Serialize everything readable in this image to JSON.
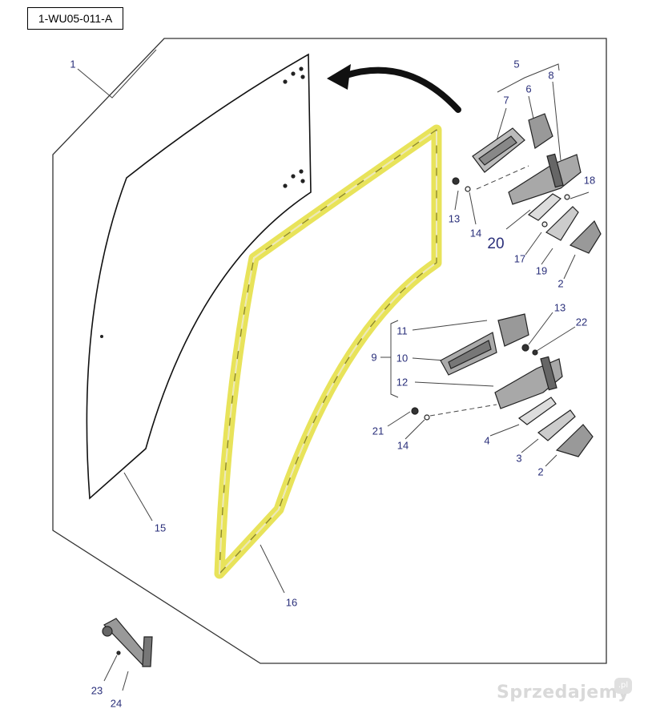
{
  "diagram": {
    "code": "1-WU05-011-A",
    "callouts": {
      "c1": "1",
      "c2a": "2",
      "c2b": "2",
      "c3": "3",
      "c4": "4",
      "c5": "5",
      "c6": "6",
      "c7": "7",
      "c8": "8",
      "c9": "9",
      "c10": "10",
      "c11": "11",
      "c12": "12",
      "c13a": "13",
      "c13b": "13",
      "c14a": "14",
      "c14b": "14",
      "c15": "15",
      "c16": "16",
      "c17": "17",
      "c18": "18",
      "c19": "19",
      "c20": "20",
      "c21": "21",
      "c22": "22",
      "c23": "23",
      "c24": "24"
    },
    "highlight_color": "#e8e35a",
    "callout_color": "#2a2f7a"
  },
  "watermark": {
    "text": "Sprzedajemy",
    "suffix": ".pl"
  }
}
